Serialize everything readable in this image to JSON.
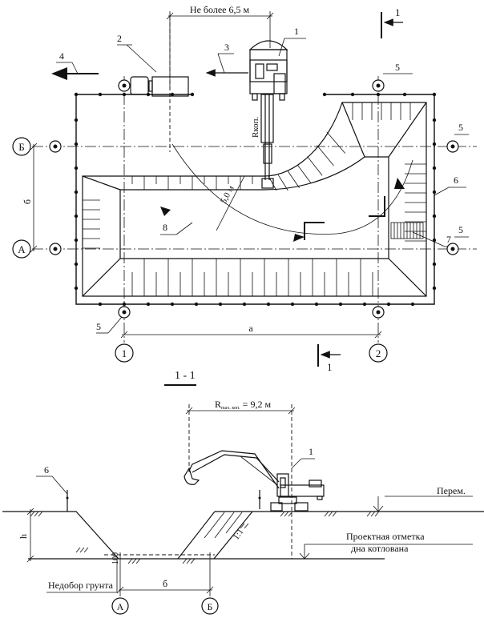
{
  "plan": {
    "dim_top": "Не более 6,5 м",
    "callouts": {
      "excavator": "1",
      "truck": "2",
      "excavator_move": "3",
      "truck_move": "4",
      "marker": "5",
      "fence": "6",
      "ramp": "7",
      "arc": "8"
    },
    "radius_label": "Rкоп.",
    "radius_5": "5,0 м",
    "axis_b": "Б",
    "axis_a": "А",
    "axis_1": "1",
    "axis_2": "2",
    "dim_left": "б",
    "dim_bottom": "а",
    "section_mark": "1"
  },
  "section": {
    "title": "1 - 1",
    "r_main": "R",
    "r_sub": "max. коп.",
    "r_value": "= 9,2 м",
    "excavator": "1",
    "fence": "6",
    "level_existing": "Перем.",
    "level_design_1": "Проектная отметка",
    "level_design_2": "дна котлована",
    "height": "h",
    "undercut_mm": "100",
    "slope": "1:1",
    "undercut_label": "Недобор грунта",
    "dim_width": "б",
    "axis_a": "А",
    "axis_b": "Б"
  }
}
